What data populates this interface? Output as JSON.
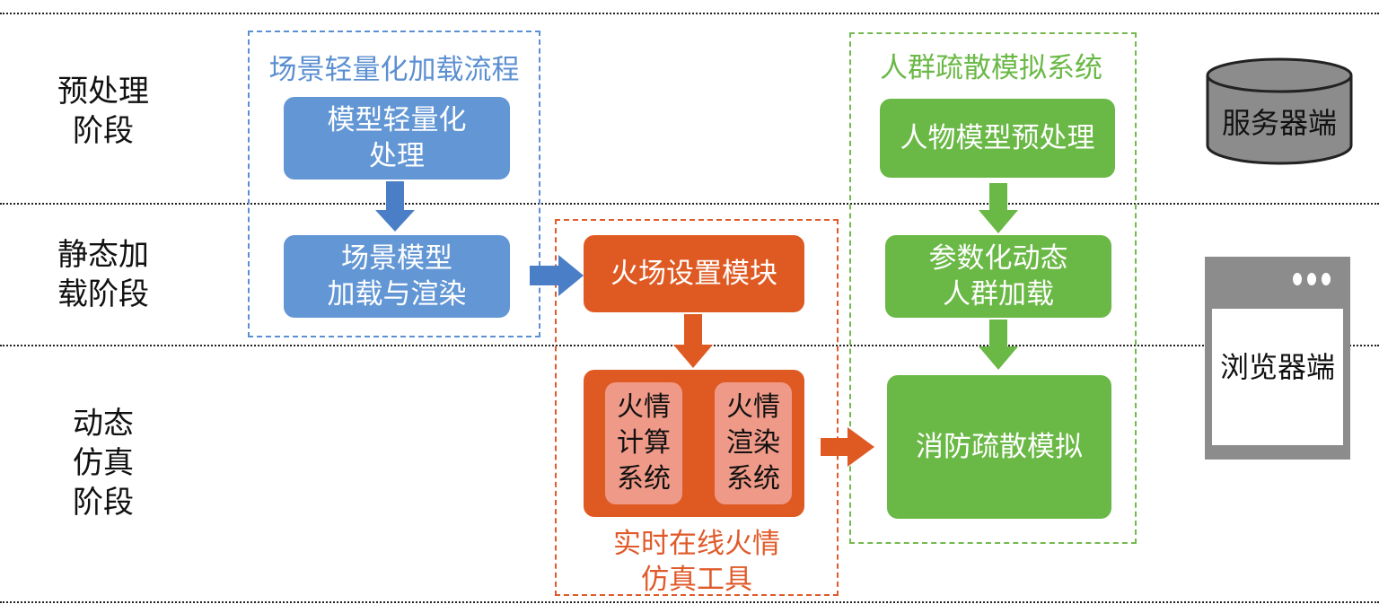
{
  "stages": [
    {
      "label": "预处理\n阶段"
    },
    {
      "label": "静态加\n载阶段"
    },
    {
      "label": "动态\n仿真\n阶段"
    }
  ],
  "groups": {
    "scene_loading": {
      "title": "场景轻量化加载流程"
    },
    "fire_tool": {
      "title": "实时在线火情\n仿真工具"
    },
    "crowd_system": {
      "title": "人群疏散模拟系统"
    }
  },
  "boxes": {
    "model_lightweight": "模型轻量化\n处理",
    "scene_load_render": "场景模型\n加载与渲染",
    "fire_setup": "火场设置模块",
    "fire_calc": "火情\n计算\n系统",
    "fire_render": "火情\n渲染\n系统",
    "character_preprocess": "人物模型预处理",
    "crowd_load": "参数化动态\n人群加载",
    "evac_sim": "消防疏散模拟"
  },
  "devices": {
    "server": "服务器端",
    "browser": "浏览器端"
  },
  "colors": {
    "blue": "#6296d4",
    "orange": "#df5a23",
    "green": "#6ab845",
    "pink": "#ef9a88",
    "gray": "#8c8c8c"
  }
}
